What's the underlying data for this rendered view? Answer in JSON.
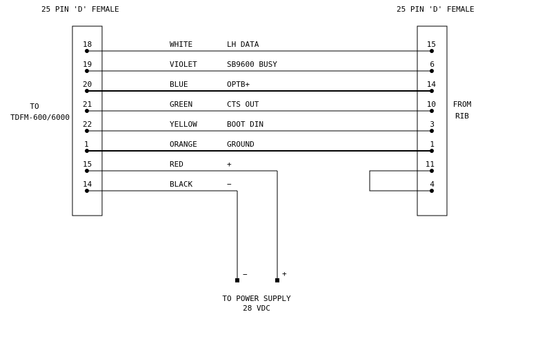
{
  "left_connector": {
    "title": "25 PIN 'D' FEMALE",
    "label_line1": "TO",
    "label_line2": "TDFM-600/6000"
  },
  "right_connector": {
    "title": "25 PIN 'D' FEMALE",
    "label_line1": "FROM",
    "label_line2": "RIB"
  },
  "wires": [
    {
      "left_pin": "18",
      "color": "WHITE",
      "signal": "LH DATA",
      "right_pin": "15"
    },
    {
      "left_pin": "19",
      "color": "VIOLET",
      "signal": "SB9600 BUSY",
      "right_pin": "6"
    },
    {
      "left_pin": "20",
      "color": "BLUE",
      "signal": "OPTB+",
      "right_pin": "14"
    },
    {
      "left_pin": "21",
      "color": "GREEN",
      "signal": "CTS OUT",
      "right_pin": "10"
    },
    {
      "left_pin": "22",
      "color": "YELLOW",
      "signal": "BOOT DIN",
      "right_pin": "3"
    },
    {
      "left_pin": "1",
      "color": "ORANGE",
      "signal": "GROUND",
      "right_pin": "1"
    },
    {
      "left_pin": "15",
      "color": "RED",
      "signal": "+",
      "right_pin": "11"
    },
    {
      "left_pin": "14",
      "color": "BLACK",
      "signal": "−",
      "right_pin": "4"
    }
  ],
  "power": {
    "minus": "−",
    "plus": "+",
    "label_line1": "TO POWER SUPPLY",
    "label_line2": "28 VDC"
  }
}
